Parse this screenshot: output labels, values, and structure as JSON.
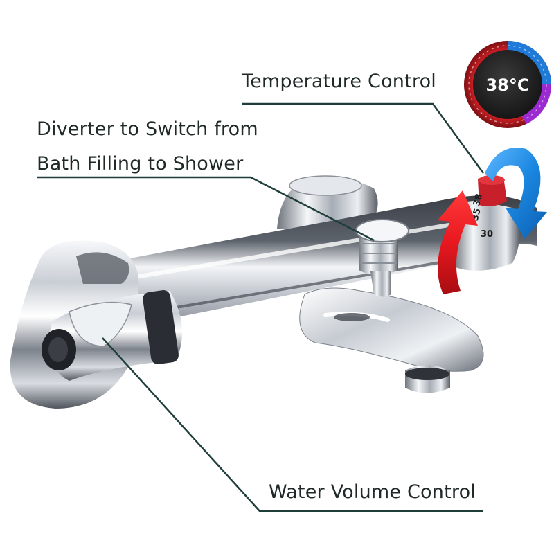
{
  "annotations": {
    "temperature_control": "Temperature Control",
    "diverter_line1": "Diverter to Switch from",
    "diverter_line2": "Bath Filling to Shower",
    "water_volume_control": "Water Volume Control"
  },
  "temperature_badge": {
    "value": "38°C"
  },
  "temperature_scale": {
    "marks": [
      "38",
      "35",
      "30"
    ]
  },
  "colors": {
    "leader_line": "#1f3e3b",
    "hot_arrow": "#e01820",
    "cold_arrow": "#1a86e0",
    "badge_dark": "#1f1f1f",
    "chrome_light": "#e9edf1",
    "chrome_dark": "#2a2d33"
  }
}
